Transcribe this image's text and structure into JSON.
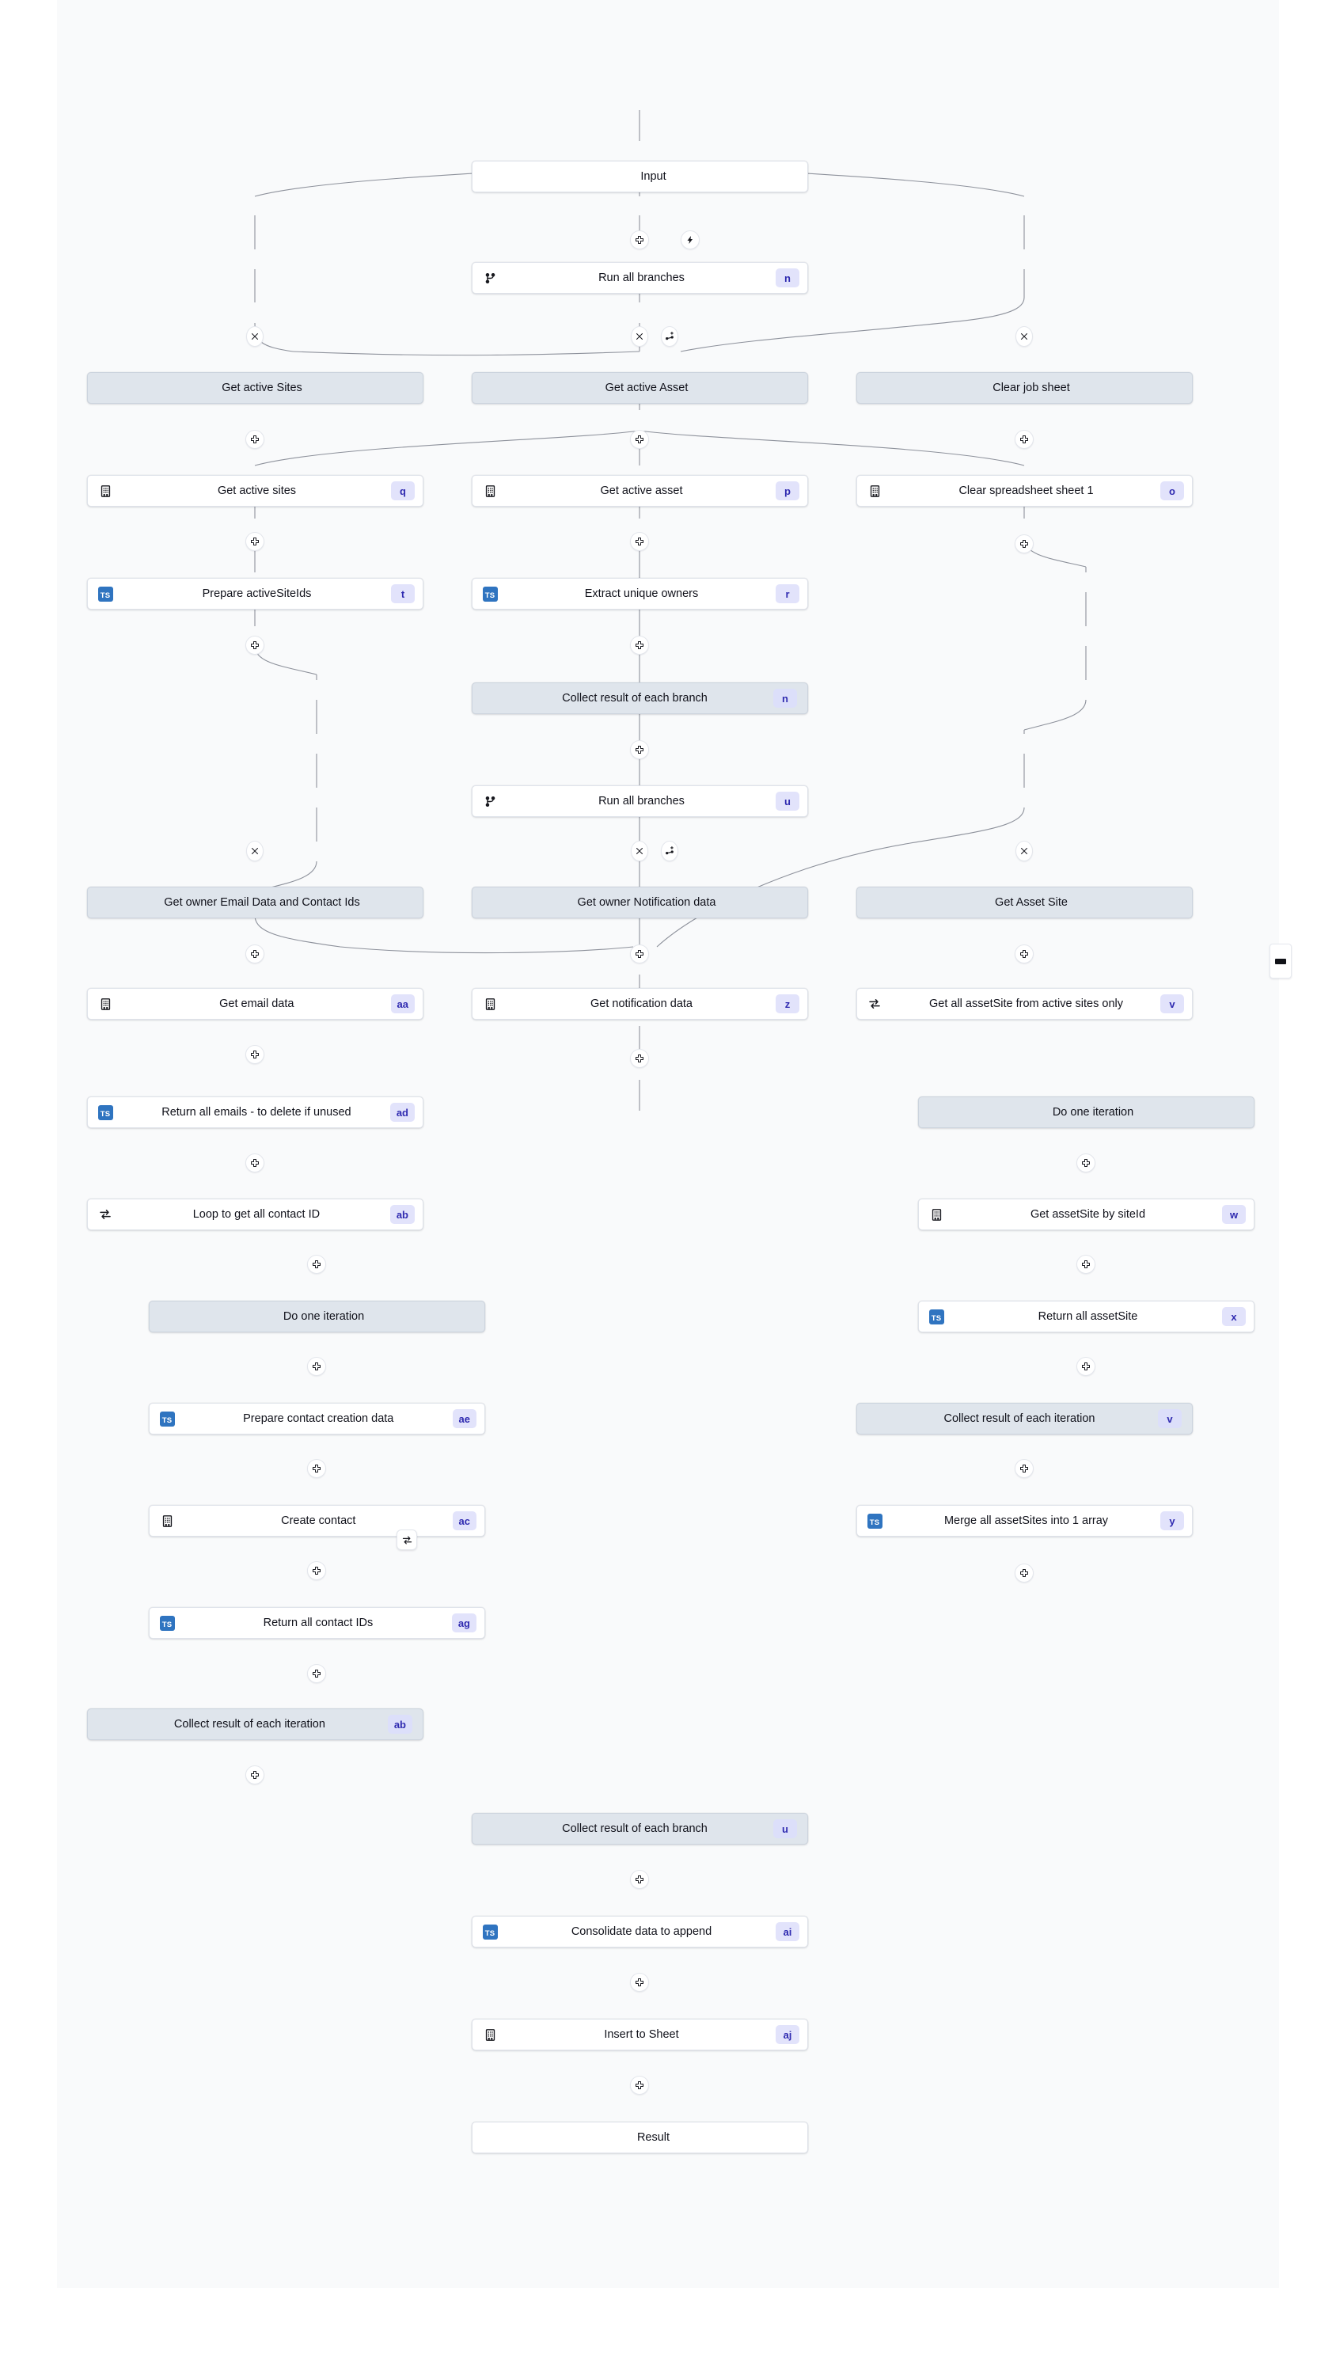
{
  "canvas": {
    "background": "#ffffff",
    "surface_background": "#f9fafb",
    "edge_color": "#8d919b",
    "badge_bg": "#e2e3fb",
    "badge_fg": "#2f2ab0",
    "group_bg": "#dfe5ec",
    "node_bg": "#ffffff",
    "ts_icon_bg": "#2f74c0"
  },
  "nodes": {
    "input": {
      "label": "Input",
      "badge": "",
      "icon": "none"
    },
    "run_all_branches_1": {
      "label": "Run all branches",
      "badge": "n",
      "icon": "branch-icon"
    },
    "get_active_sites_grp": {
      "label": "Get active Sites",
      "badge": "",
      "icon": "none"
    },
    "get_active_asset_grp": {
      "label": "Get active Asset",
      "badge": "",
      "icon": "none"
    },
    "clear_job_sheet_grp": {
      "label": "Clear job sheet",
      "badge": "",
      "icon": "none"
    },
    "get_active_sites": {
      "label": "Get active sites",
      "badge": "q",
      "icon": "sheet-icon"
    },
    "get_active_asset": {
      "label": "Get active asset",
      "badge": "p",
      "icon": "sheet-icon"
    },
    "clear_spreadsheet": {
      "label": "Clear spreadsheet sheet 1",
      "badge": "o",
      "icon": "sheet-icon"
    },
    "prepare_active_siteids": {
      "label": "Prepare activeSiteIds",
      "badge": "t",
      "icon": "ts-icon"
    },
    "extract_unique_owners": {
      "label": "Extract unique owners",
      "badge": "r",
      "icon": "ts-icon"
    },
    "collect_branch_1": {
      "label": "Collect result of each branch",
      "badge": "n",
      "icon": "none"
    },
    "run_all_branches_2": {
      "label": "Run all branches",
      "badge": "u",
      "icon": "branch-icon"
    },
    "get_owner_email_grp": {
      "label": "Get owner Email Data and Contact Ids",
      "badge": "",
      "icon": "none"
    },
    "get_owner_notif_grp": {
      "label": "Get owner Notification data",
      "badge": "",
      "icon": "none"
    },
    "get_asset_site_grp": {
      "label": "Get Asset Site",
      "badge": "",
      "icon": "none"
    },
    "get_email_data": {
      "label": "Get email data",
      "badge": "aa",
      "icon": "sheet-icon"
    },
    "get_notification_data": {
      "label": "Get notification data",
      "badge": "z",
      "icon": "sheet-icon"
    },
    "get_all_assetsite": {
      "label": "Get all assetSite from active sites only",
      "badge": "v",
      "icon": "loop-icon"
    },
    "return_all_emails": {
      "label": "Return all emails - to delete if unused",
      "badge": "ad",
      "icon": "ts-icon"
    },
    "loop_contact_id": {
      "label": "Loop to get all contact ID",
      "badge": "ab",
      "icon": "loop-icon"
    },
    "do_one_iteration_left": {
      "label": "Do one iteration",
      "badge": "",
      "icon": "none"
    },
    "do_one_iteration_right": {
      "label": "Do one iteration",
      "badge": "",
      "icon": "none"
    },
    "get_assetsite_siteid": {
      "label": "Get assetSite by siteId",
      "badge": "w",
      "icon": "sheet-icon"
    },
    "prepare_contact_data": {
      "label": "Prepare contact creation data",
      "badge": "ae",
      "icon": "ts-icon"
    },
    "return_all_assetsite": {
      "label": "Return all assetSite",
      "badge": "x",
      "icon": "ts-icon"
    },
    "create_contact": {
      "label": "Create contact",
      "badge": "ac",
      "icon": "sheet-icon"
    },
    "collect_iter_right": {
      "label": "Collect result of each iteration",
      "badge": "v",
      "icon": "none"
    },
    "return_contact_ids": {
      "label": "Return all contact IDs",
      "badge": "ag",
      "icon": "ts-icon"
    },
    "merge_assetsites": {
      "label": "Merge all assetSites into 1 array",
      "badge": "y",
      "icon": "ts-icon"
    },
    "collect_iter_left": {
      "label": "Collect result of each iteration",
      "badge": "ab",
      "icon": "none"
    },
    "collect_branch_2": {
      "label": "Collect result of each branch",
      "badge": "u",
      "icon": "none"
    },
    "consolidate_data": {
      "label": "Consolidate data to append",
      "badge": "ai",
      "icon": "ts-icon"
    },
    "insert_to_sheet": {
      "label": "Insert to Sheet",
      "badge": "aj",
      "icon": "sheet-icon"
    },
    "result": {
      "label": "Result",
      "badge": "",
      "icon": "none"
    }
  },
  "handles": {
    "add": "add-icon",
    "bolt": "bolt-icon",
    "close": "close-icon",
    "add_branch": "add-branch-icon",
    "loop": "loop-icon"
  }
}
